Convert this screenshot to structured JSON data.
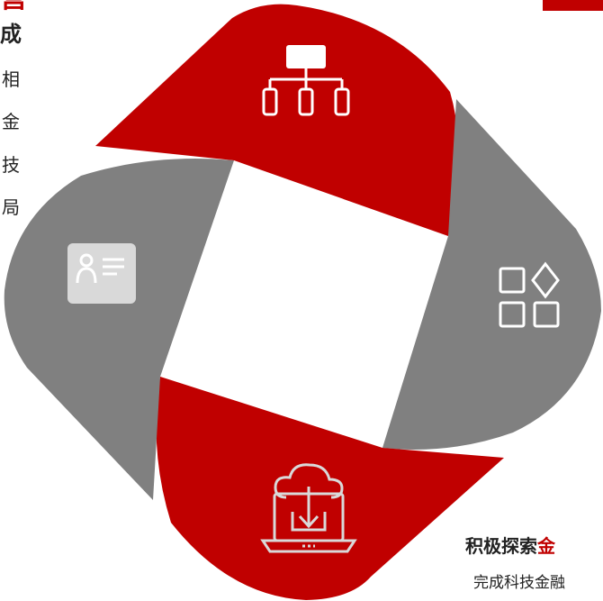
{
  "left_column": {
    "top_fragment": "营",
    "bold_fragment": "成",
    "chars": [
      "相",
      "金",
      "技",
      "局"
    ]
  },
  "bottom_right": {
    "title_plain": "积极探索",
    "title_highlight": "金",
    "description": "完成科技金融"
  },
  "colors": {
    "accent_red": "#c00000",
    "petal_gray": "#808080",
    "icon_light": "#d9d9d9"
  },
  "petals": [
    {
      "position": "top",
      "color": "red",
      "icon": "hierarchy-org-chart-icon"
    },
    {
      "position": "right",
      "color": "gray",
      "icon": "apps-grid-icon"
    },
    {
      "position": "bottom",
      "color": "red",
      "icon": "cloud-download-laptop-icon"
    },
    {
      "position": "left",
      "color": "gray",
      "icon": "contact-card-icon"
    }
  ]
}
